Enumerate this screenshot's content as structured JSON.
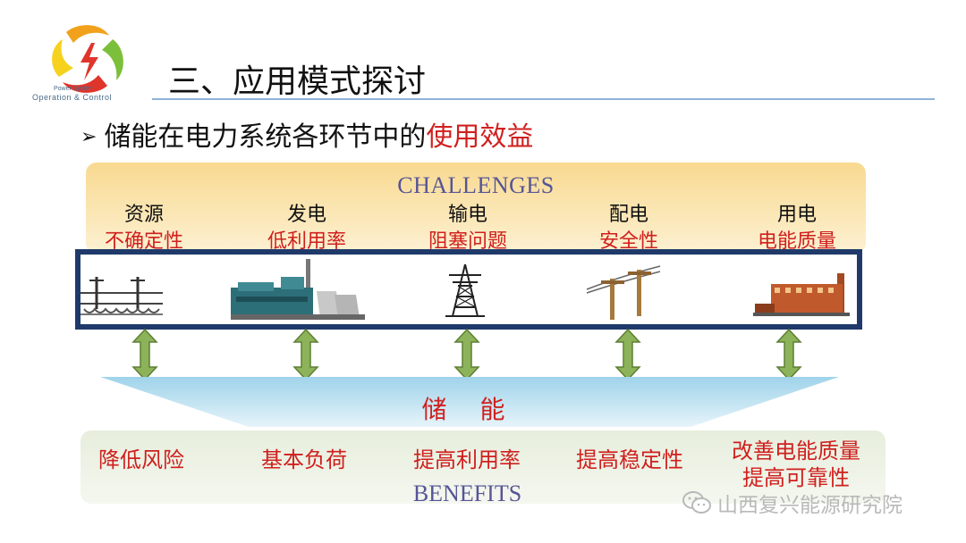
{
  "header": {
    "title": "三、应用模式探讨",
    "logo_line1": "Power System",
    "logo_line2": "Operation & Control"
  },
  "subtitle": {
    "bullet": "➢",
    "text_plain": "储能在电力系统各环节中的",
    "text_highlight": "使用效益"
  },
  "challenges": {
    "label": "CHALLENGES",
    "stages": [
      {
        "name": "资源",
        "issue": "不确定性",
        "icon": "wind-farm-icon"
      },
      {
        "name": "发电",
        "issue": "低利用率",
        "icon": "power-plant-icon"
      },
      {
        "name": "输电",
        "issue": "阻塞问题",
        "icon": "transmission-tower-icon"
      },
      {
        "name": "配电",
        "issue": "安全性",
        "icon": "utility-pole-icon"
      },
      {
        "name": "用电",
        "issue": "电能质量",
        "icon": "factory-icon"
      }
    ]
  },
  "storage": {
    "label": "储 能"
  },
  "benefits": {
    "label": "BENEFITS",
    "items": [
      {
        "line1": "降低风险",
        "line2": ""
      },
      {
        "line1": "基本负荷",
        "line2": ""
      },
      {
        "line1": "提高利用率",
        "line2": ""
      },
      {
        "line1": "提高稳定性",
        "line2": ""
      },
      {
        "line1": "改善电能质量",
        "line2": "提高可靠性"
      }
    ]
  },
  "watermark": {
    "text": "山西复兴能源研究院",
    "icon": "wechat-icon"
  },
  "colors": {
    "accent_red": "#d0201e",
    "navy_border": "#1f3a6a",
    "label_purple": "#565596",
    "challenge_panel": "#f8d990",
    "storage_band": "#9fd3ea",
    "benefit_panel": "#e7eedd",
    "arrow_green": "#8db35a"
  }
}
